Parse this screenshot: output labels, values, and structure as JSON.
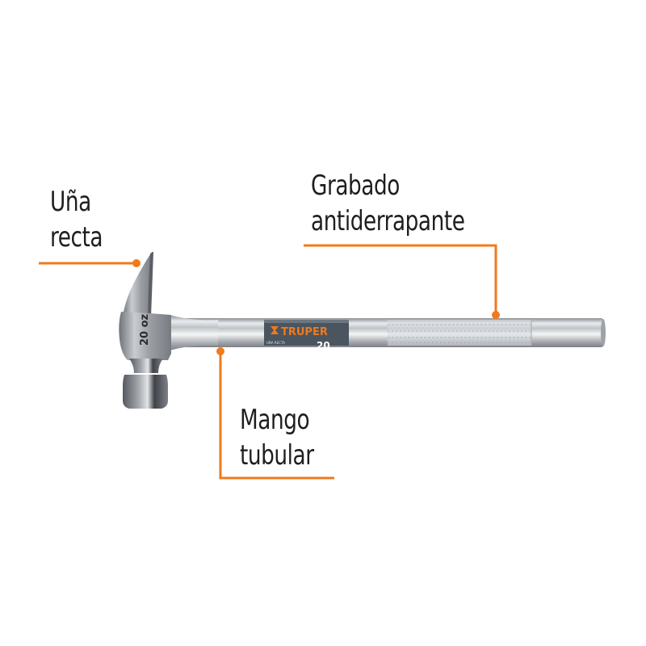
{
  "product": {
    "brand": "TRUPER",
    "head_marking": "20 oz",
    "handle_band_text": "UÑA RECTA",
    "handle_band_number": "20"
  },
  "callouts": [
    {
      "id": "claw",
      "lines": [
        "Uña",
        "recta"
      ]
    },
    {
      "id": "grip",
      "lines": [
        "Grabado",
        "antiderrapante"
      ]
    },
    {
      "id": "handle",
      "lines": [
        "Mango",
        "tubular"
      ]
    }
  ],
  "colors": {
    "accent": "#f07a1c",
    "text": "#1e1e1e",
    "band": "#4a5560",
    "background": "#ffffff"
  }
}
